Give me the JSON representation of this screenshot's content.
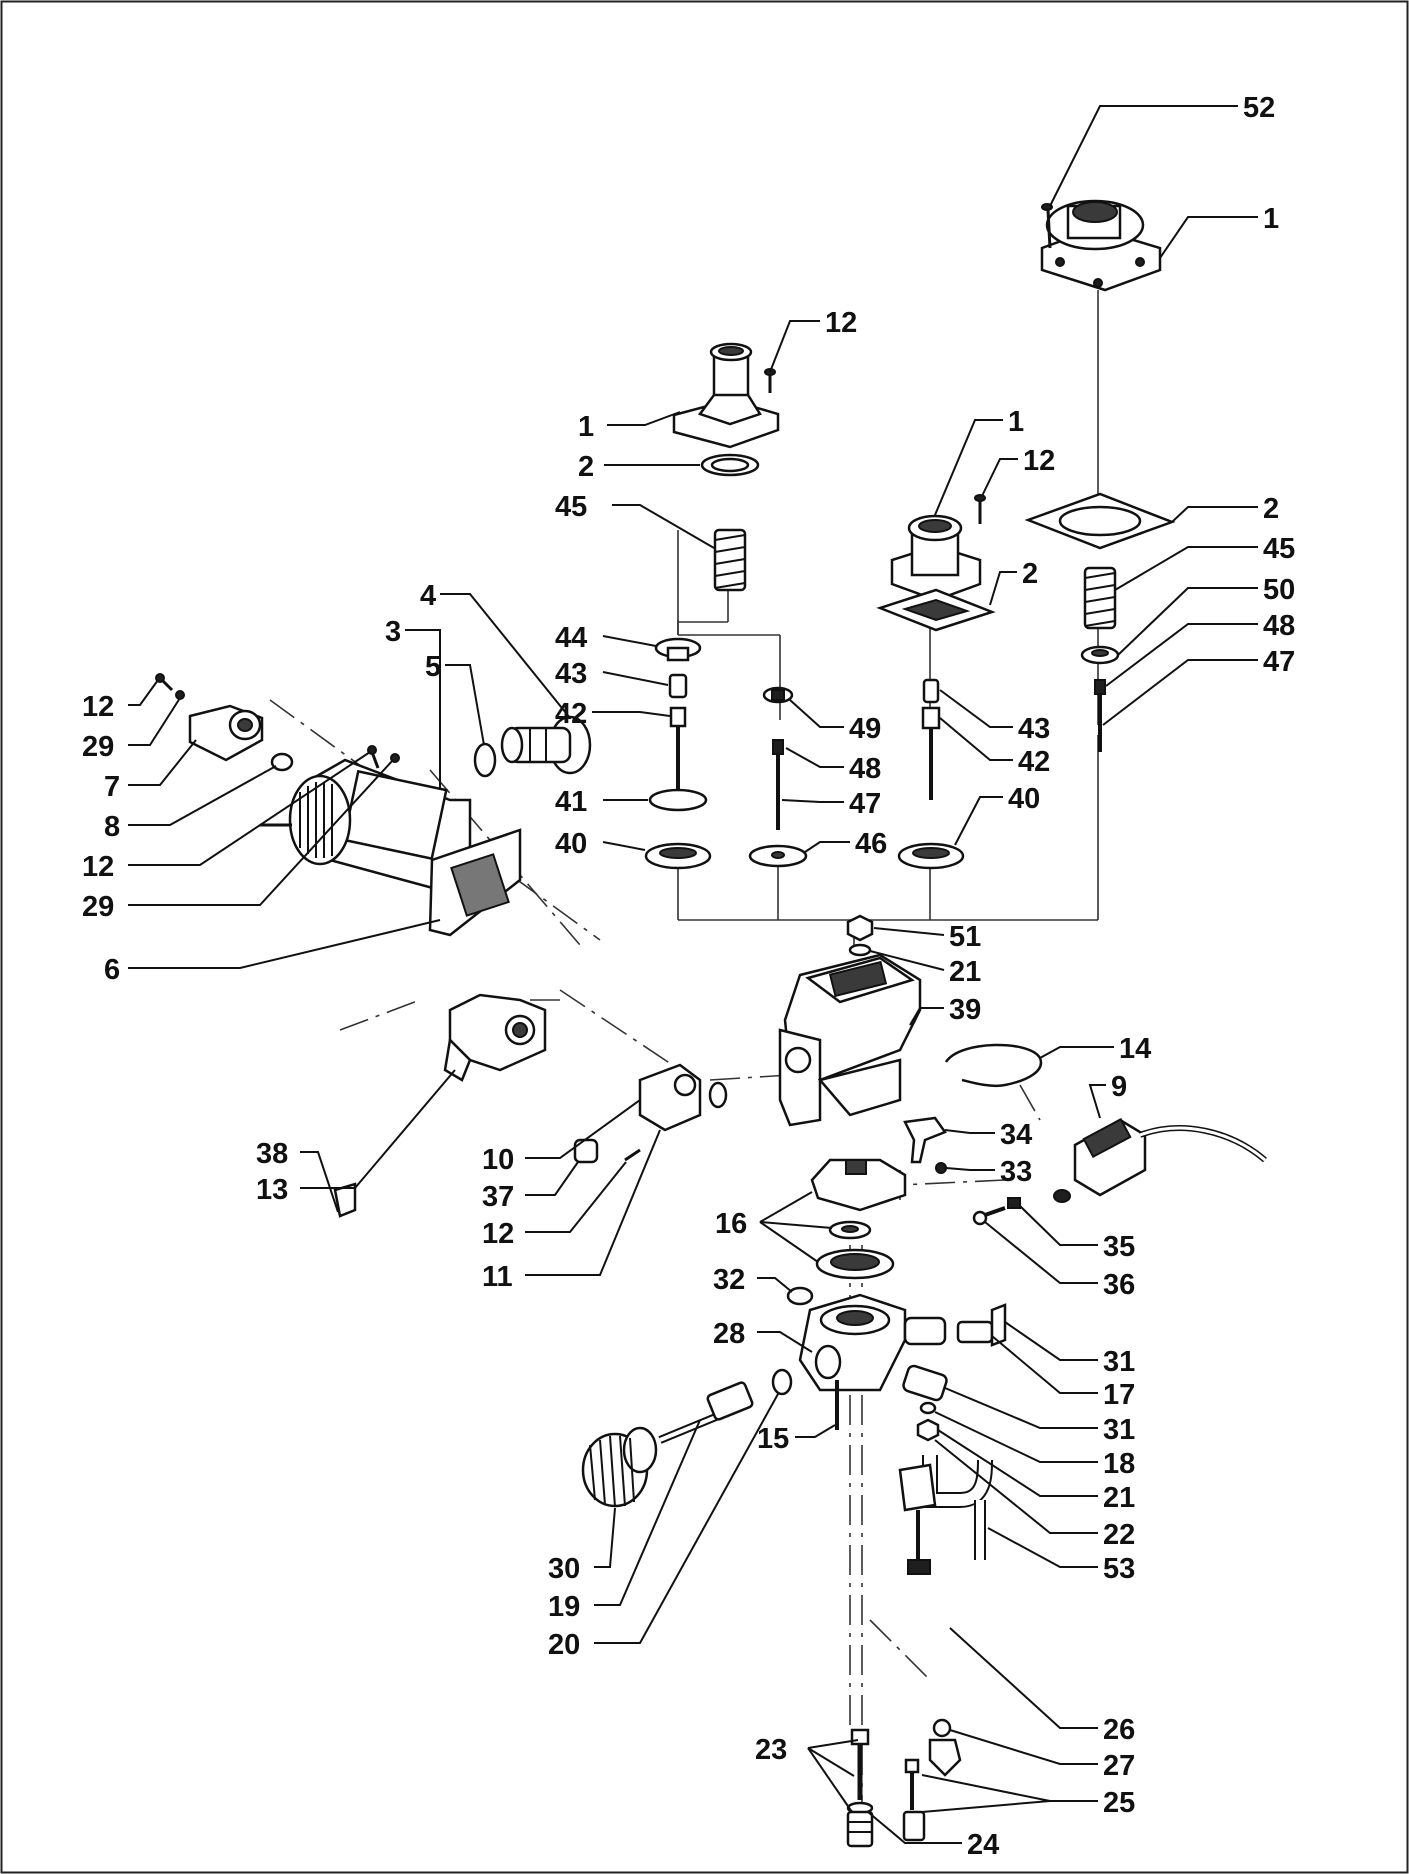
{
  "callouts": [
    "52",
    "1",
    "12",
    "1",
    "2",
    "45",
    "1",
    "12",
    "2",
    "45",
    "50",
    "48",
    "47",
    "2",
    "44",
    "43",
    "49",
    "48",
    "43",
    "42",
    "42",
    "47",
    "41",
    "40",
    "40",
    "46",
    "12",
    "29",
    "7",
    "8",
    "12",
    "29",
    "6",
    "3",
    "5",
    "4",
    "51",
    "21",
    "39",
    "14",
    "9",
    "38",
    "13",
    "10",
    "37",
    "12",
    "11",
    "34",
    "33",
    "35",
    "36",
    "16",
    "32",
    "28",
    "31",
    "17",
    "31",
    "18",
    "21",
    "22",
    "53",
    "15",
    "30",
    "19",
    "20",
    "23",
    "24",
    "26",
    "27",
    "25"
  ],
  "colors": {
    "ink": "#111111",
    "background": "#ffffff",
    "border": "#222222"
  }
}
